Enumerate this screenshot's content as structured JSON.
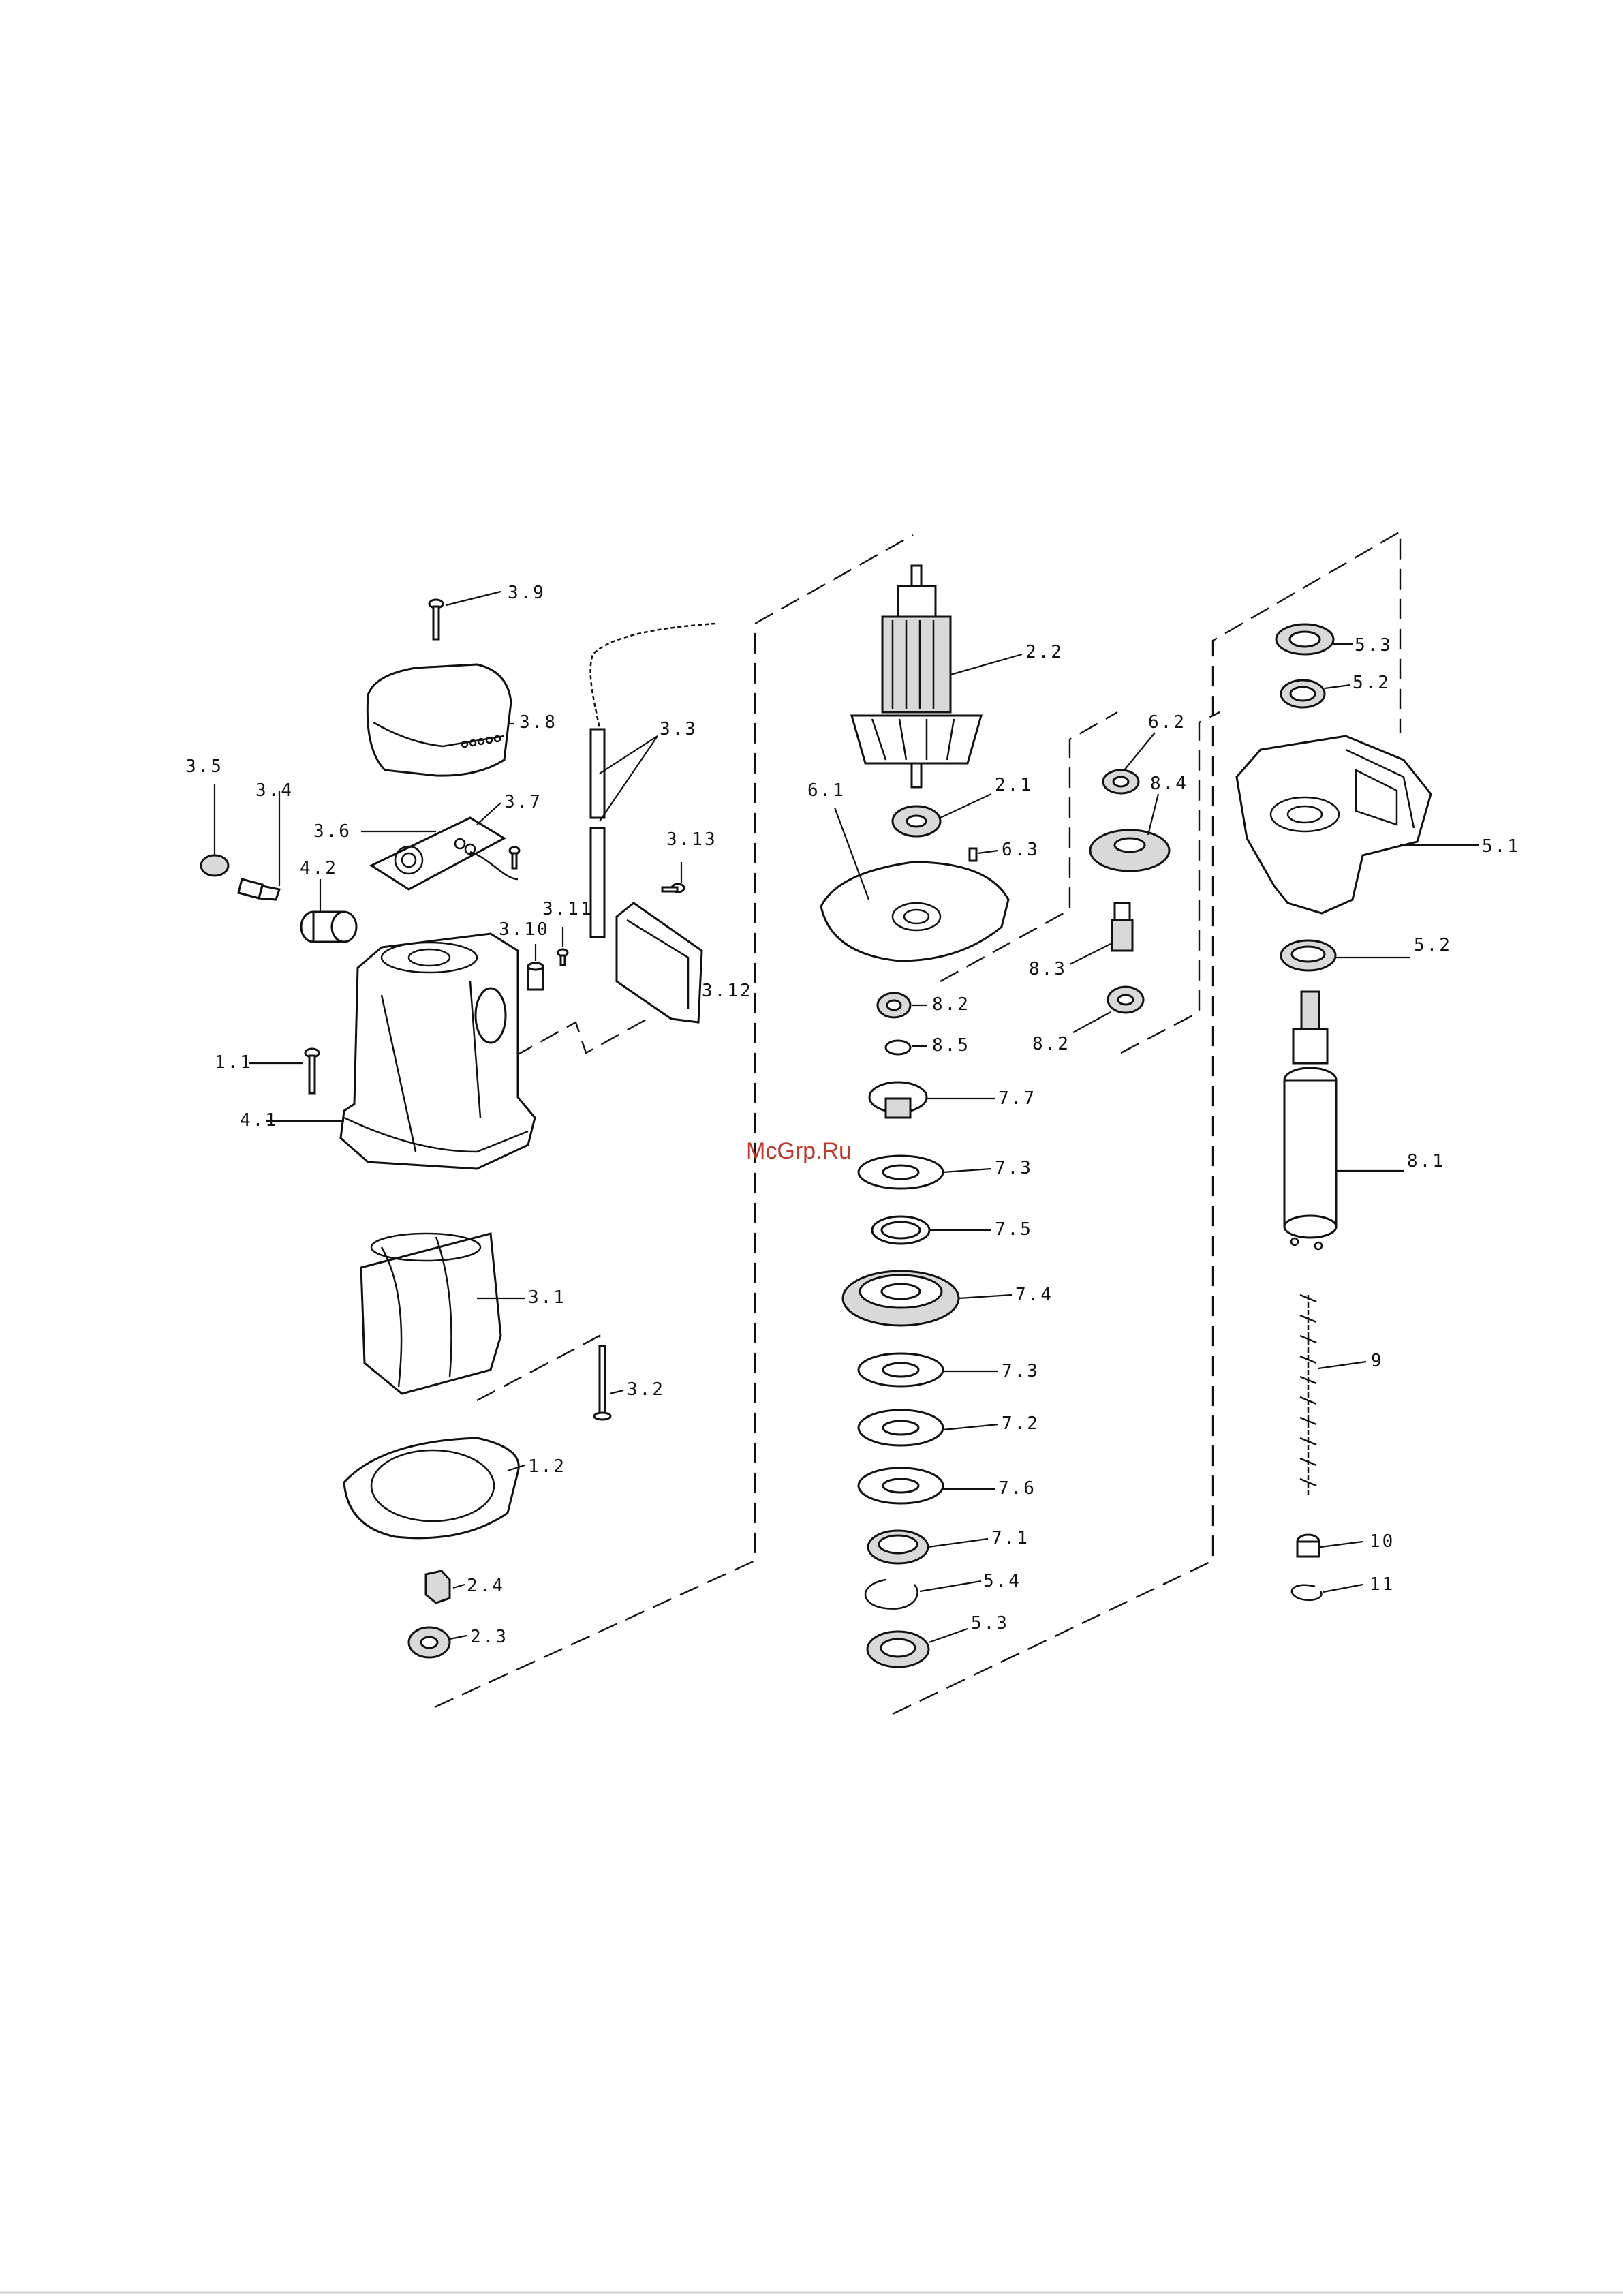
{
  "watermark": "McGrp.Ru",
  "colors": {
    "ink": "#111111",
    "watermark": "#c0392b",
    "background": "#ffffff"
  },
  "callouts": {
    "c3_9": "3.9",
    "c3_8": "3.8",
    "c3_3": "3.3",
    "c3_5": "3.5",
    "c3_4": "3.4",
    "c3_6": "3.6",
    "c3_7": "3.7",
    "c4_2": "4.2",
    "c3_13": "3.13",
    "c3_10": "3.10",
    "c3_11": "3.11",
    "c3_12": "3.12",
    "c1_1": "1.1",
    "c4_1": "4.1",
    "c3_1": "3.1",
    "c3_2": "3.2",
    "c1_2": "1.2",
    "c2_4": "2.4",
    "c2_3": "2.3",
    "c2_2": "2.2",
    "c6_1": "6.1",
    "c2_1": "2.1",
    "c6_3": "6.3",
    "c8_2a": "8.2",
    "c8_5": "8.5",
    "c7_7": "7.7",
    "c7_3a": "7.3",
    "c7_5": "7.5",
    "c7_4": "7.4",
    "c7_3b": "7.3",
    "c7_2": "7.2",
    "c7_6": "7.6",
    "c7_1": "7.1",
    "c5_4": "5.4",
    "c5_3a": "5.3",
    "c6_2": "6.2",
    "c8_4": "8.4",
    "c8_3": "8.3",
    "c8_2b": "8.2",
    "c5_3b": "5.3",
    "c5_2a": "5.2",
    "c5_1": "5.1",
    "c5_2b": "5.2",
    "c8_1": "8.1",
    "c9": "9",
    "c10": "10",
    "c11": "11"
  }
}
